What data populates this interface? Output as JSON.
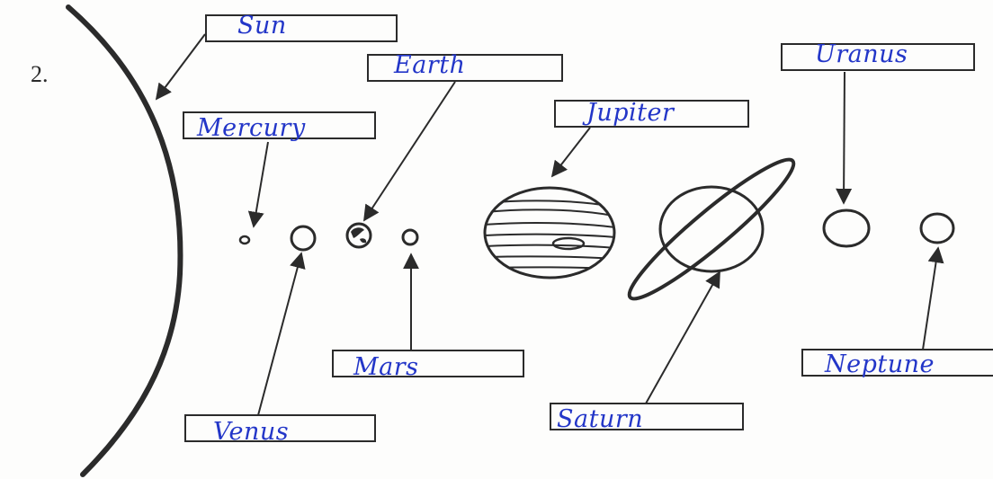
{
  "question_number": "2.",
  "labels": {
    "sun": "Sun",
    "earth": "Earth",
    "uranus": "Uranus",
    "mercury": "Mercury",
    "jupiter": "Jupiter",
    "mars": "Mars",
    "neptune": "Neptune",
    "venus": "Venus",
    "saturn": "Saturn"
  },
  "colors": {
    "ink": "#2b2b2b",
    "handwriting": "#2336c8",
    "paper": "#fdfdfc"
  }
}
